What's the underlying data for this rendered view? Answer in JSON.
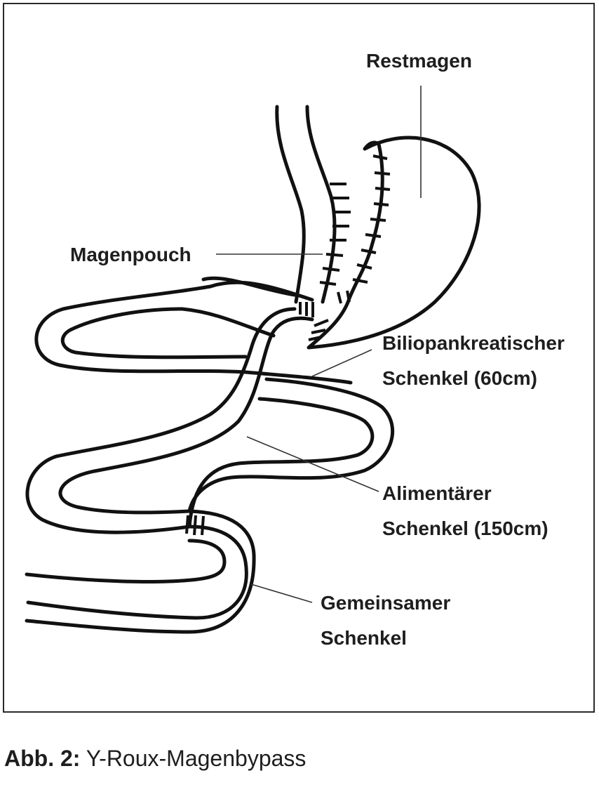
{
  "labels": {
    "restmagen": "Restmagen",
    "magenpouch": "Magenpouch",
    "biliopankreatischer_line1": "Biliopankreatischer",
    "biliopankreatischer_line2": "Schenkel (60cm)",
    "alimentaer_line1": "Alimentärer",
    "alimentaer_line2": "Schenkel (150cm)",
    "gemeinsamer_line1": "Gemeinsamer",
    "gemeinsamer_line2": "Schenkel"
  },
  "caption": {
    "prefix": "Abb. 2:",
    "title": "Y-Roux-Magenbypass"
  },
  "colors": {
    "line": "#111111",
    "text": "#1e1e1e",
    "background": "#ffffff"
  }
}
